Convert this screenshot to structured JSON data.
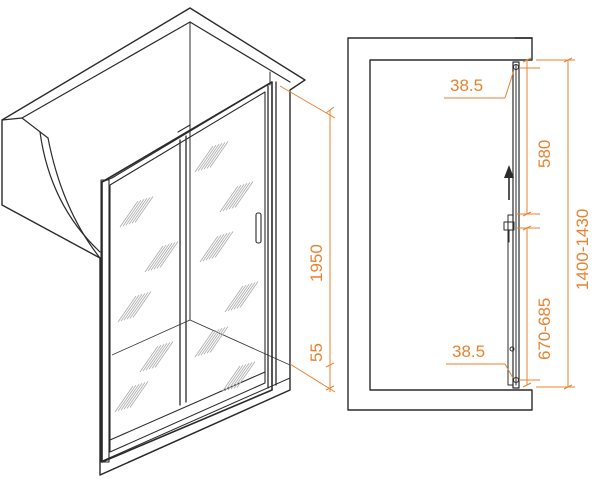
{
  "colors": {
    "outline": "#2b2b2b",
    "dimension": "#e8822f",
    "background": "#ffffff"
  },
  "iso_view": {
    "height_label": "1950",
    "base_label": "55"
  },
  "plan_view": {
    "top_offset_label": "38.5",
    "upper_label": "580",
    "overall_label": "1400-1430",
    "lower_label": "670-685",
    "bottom_offset_label": "38.5",
    "arrow_icon": "arrow-up-icon"
  }
}
